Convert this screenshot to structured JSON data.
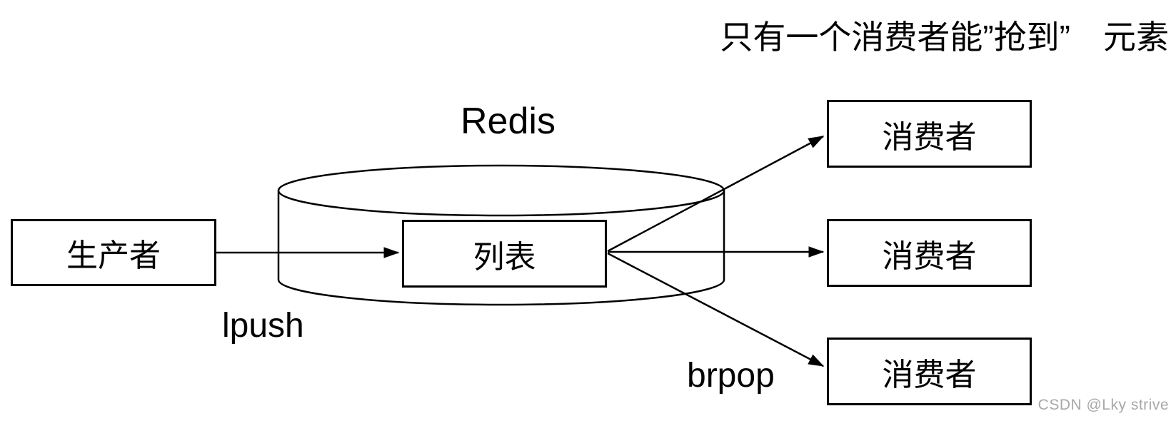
{
  "caption": "只有一个消费者能”抢到”　元素",
  "labels": {
    "redis": "Redis",
    "lpush": "lpush",
    "brpop": "brpop"
  },
  "nodes": {
    "producer": "生产者",
    "list": "列表",
    "consumers": [
      "消费者",
      "消费者",
      "消费者"
    ]
  },
  "watermark": "CSDN @Lky  strive",
  "colors": {
    "line": "#000000",
    "box_border": "#000000",
    "background": "#ffffff",
    "watermark": "#a8a8a8"
  }
}
